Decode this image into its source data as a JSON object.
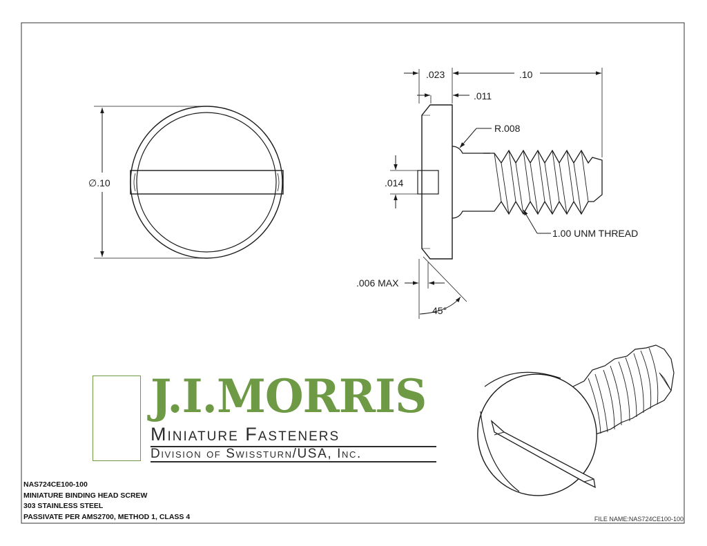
{
  "dimensions": {
    "head_diameter": "∅.10",
    "head_thickness": ".023",
    "overall_length": ".10",
    "shoulder_offset": ".011",
    "fillet_radius": "R.008",
    "slot_width": ".014",
    "thread_callout": "1.00 UNM THREAD",
    "chamfer_size": ".006 MAX",
    "chamfer_angle": "45°"
  },
  "logo": {
    "name": "J.I.MORRIS",
    "subtitle": "Miniature Fasteners",
    "division": "Division of Swissturn/USA, Inc."
  },
  "notes": [
    "NAS724CE100-100",
    "MINIATURE BINDING HEAD SCREW",
    "303 STAINLESS STEEL",
    "PASSIVATE PER AMS2700, METHOD 1, CLASS 4"
  ],
  "file_name": "FILE NAME:NAS724CE100-100",
  "colors": {
    "brand_green": "#6e9a45",
    "line": "#1a1a1a"
  }
}
